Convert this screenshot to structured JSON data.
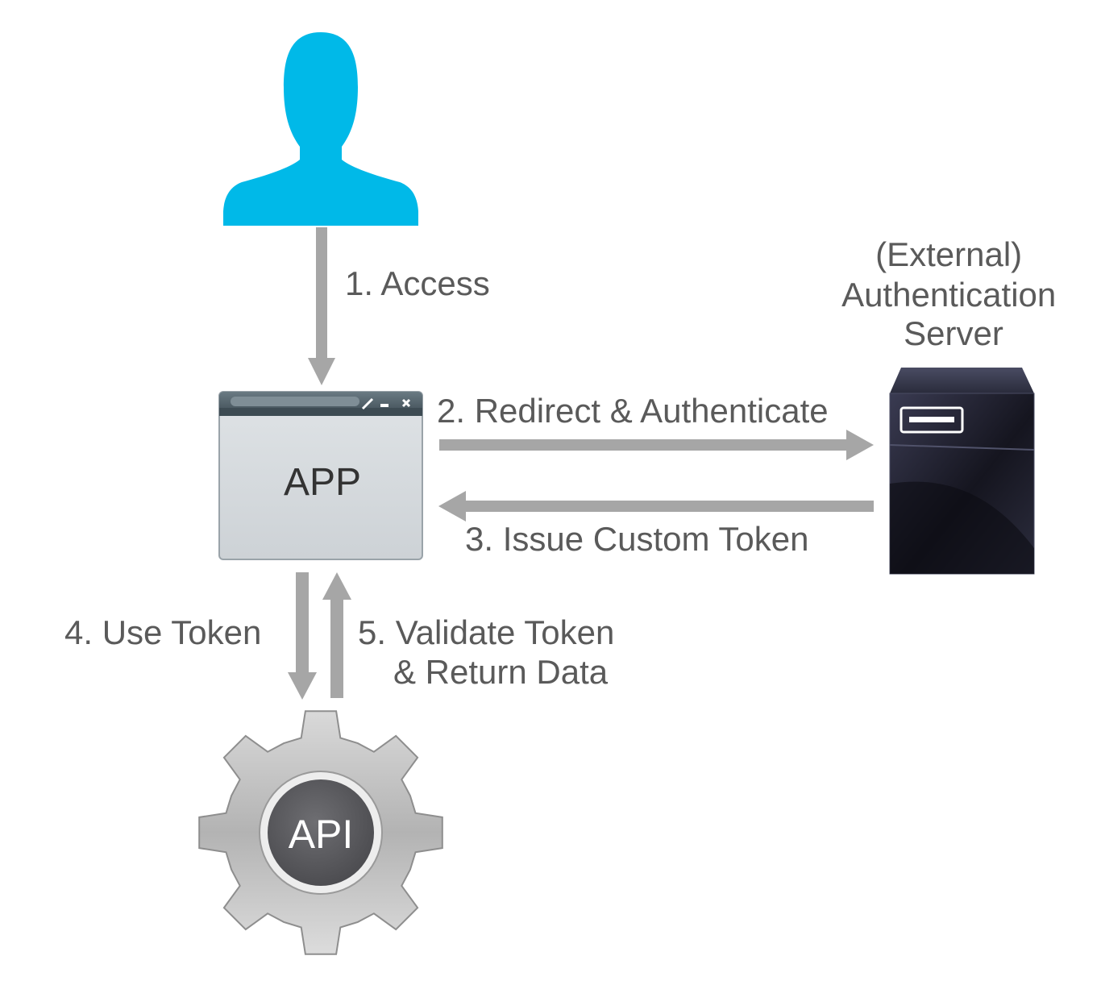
{
  "nodes": {
    "user": {
      "icon": "user-silhouette-icon"
    },
    "app": {
      "label": "APP",
      "icon": "app-window-icon"
    },
    "auth_server": {
      "label_lines": [
        "(External)",
        "Authentication",
        "Server"
      ],
      "icon": "server-icon"
    },
    "api": {
      "label": "API",
      "icon": "gear-icon"
    }
  },
  "edges": [
    {
      "id": "access",
      "label_lines": [
        "1. Access"
      ],
      "from": "user",
      "to": "app"
    },
    {
      "id": "redirect",
      "label_lines": [
        "2. Redirect & Authenticate"
      ],
      "from": "app",
      "to": "auth_server"
    },
    {
      "id": "issue",
      "label_lines": [
        "3. Issue Custom Token"
      ],
      "from": "auth_server",
      "to": "app"
    },
    {
      "id": "use",
      "label_lines": [
        "4. Use Token"
      ],
      "from": "app",
      "to": "api"
    },
    {
      "id": "validate",
      "label_lines": [
        "5. Validate Token",
        "& Return Data"
      ],
      "from": "api",
      "to": "app"
    }
  ],
  "colors": {
    "user": "#00b9e8",
    "arrow": "#a6a6a6",
    "label_text": "#5a5a5a",
    "app_body": "#d5dade",
    "app_titlebar": "#4d5d66",
    "server": "#1c1c2a",
    "gear": "#b9b9b9",
    "api_core": "#5a5a5e"
  }
}
